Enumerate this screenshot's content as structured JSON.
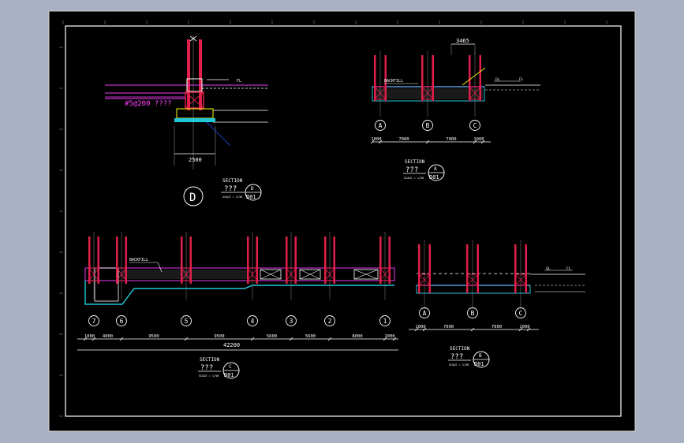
{
  "colors": {
    "window_bg": "#a9b2c4",
    "sheet_bg": "#000000",
    "border": "#ffffff",
    "column": "#e0204a",
    "slab": "#c030c8",
    "beam": "#22c8d8",
    "annotation": "#ff40ff",
    "text": "#ffffff",
    "leader": "#2050ff",
    "highlight": "#ffff00"
  },
  "detail_d": {
    "rebar_note": "#5@200 ????",
    "dimension": "2500",
    "bubble": "D",
    "title": "SECTION",
    "subtitle": "???",
    "scale": "SCALE = 1/50",
    "ref_top": "D",
    "ref_bottom": "D01",
    "fl_label": "FL"
  },
  "section_a": {
    "top_dimension": "3465",
    "backfill_label": "BACKFILL",
    "axes": [
      "A",
      "B",
      "C"
    ],
    "dims": [
      "1000",
      "7000",
      "7000",
      "1000"
    ],
    "title": "SECTION",
    "subtitle": "???",
    "scale": "SCALE = 1/50",
    "ref_top": "A",
    "ref_bottom": "D01",
    "fl_label": "FL",
    "gl_label": "GL"
  },
  "section_c": {
    "backfill_label": "BACKFILL",
    "axes": [
      "7",
      "6",
      "5",
      "4",
      "3",
      "2",
      "1"
    ],
    "dims": [
      "1000",
      "4000",
      "9500",
      "9500",
      "5600",
      "5600",
      "8000",
      "1000"
    ],
    "total_dimension": "42200",
    "title": "SECTION",
    "subtitle": "???",
    "scale": "SCALE = 1/50",
    "ref_top": "C",
    "ref_bottom": "D01"
  },
  "section_b": {
    "axes": [
      "A",
      "B",
      "C"
    ],
    "dims": [
      "1000",
      "7000",
      "7000",
      "1000"
    ],
    "title": "SECTION",
    "subtitle": "???",
    "scale": "SCALE = 1/50",
    "ref_top": "B",
    "ref_bottom": "D01",
    "fl_label": "FL",
    "gl_label": "GL"
  }
}
